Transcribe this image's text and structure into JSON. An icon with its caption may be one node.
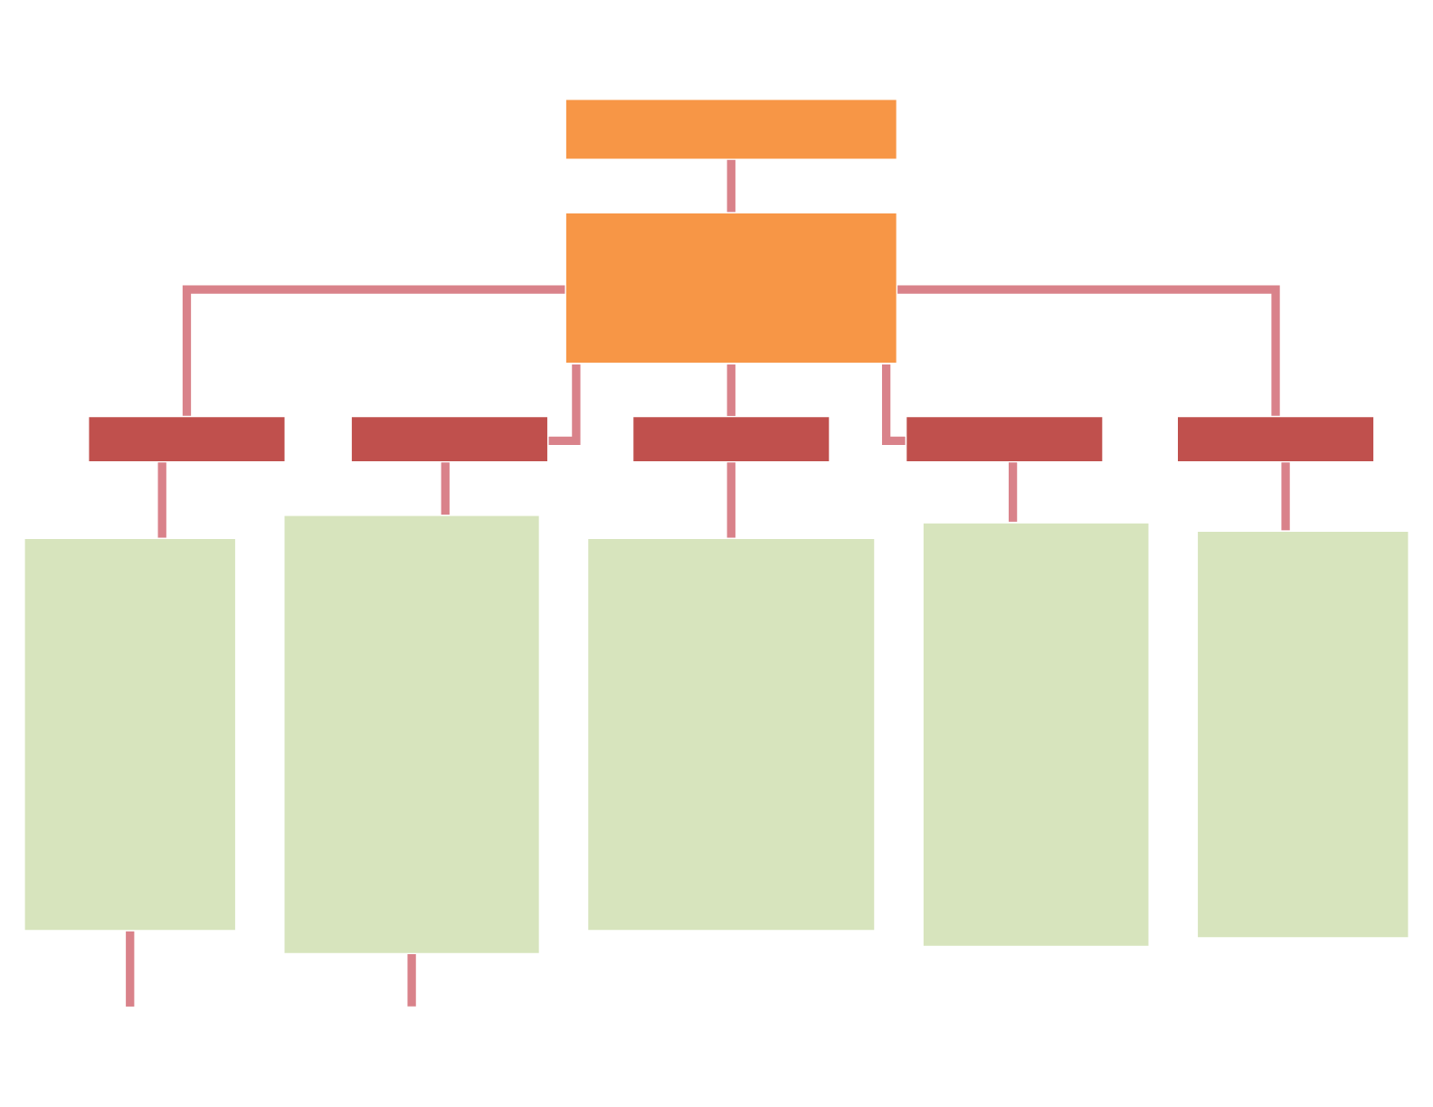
{
  "diagram": {
    "nodes": [
      {
        "text": [],
        "shape": "box"
      },
      {
        "text": [],
        "shape": "box"
      },
      {
        "text": [],
        "shape": "box"
      },
      {
        "text": [],
        "shape": "box"
      },
      {
        "text": [],
        "shape": "box"
      },
      {
        "text": [],
        "shape": "box"
      },
      {
        "text": [],
        "shape": "box"
      },
      {
        "text": [],
        "shape": "box"
      },
      {
        "text": [],
        "shape": "box"
      },
      {
        "text": [],
        "shape": "box"
      },
      {
        "text": [],
        "shape": "box"
      },
      {
        "text": [],
        "shape": "box"
      }
    ],
    "edges": [
      {
        "from": 0,
        "to": 1,
        "arrow": "none"
      },
      {
        "from": 1,
        "to": 2,
        "arrow": "none"
      },
      {
        "from": 1,
        "to": 3,
        "arrow": "none"
      },
      {
        "from": 1,
        "to": 4,
        "arrow": "none"
      },
      {
        "from": 1,
        "to": 5,
        "arrow": "none"
      },
      {
        "from": 1,
        "to": 6,
        "arrow": "none"
      },
      {
        "from": 2,
        "to": 7,
        "arrow": "none"
      },
      {
        "from": 3,
        "to": 8,
        "arrow": "none"
      },
      {
        "from": 4,
        "to": 9,
        "arrow": "none"
      },
      {
        "from": 5,
        "to": 10,
        "arrow": "none"
      },
      {
        "from": 6,
        "to": 11,
        "arrow": "none"
      },
      {
        "from": 7,
        "to": null,
        "arrow": "none"
      },
      {
        "from": 8,
        "to": null,
        "arrow": "none"
      }
    ]
  }
}
